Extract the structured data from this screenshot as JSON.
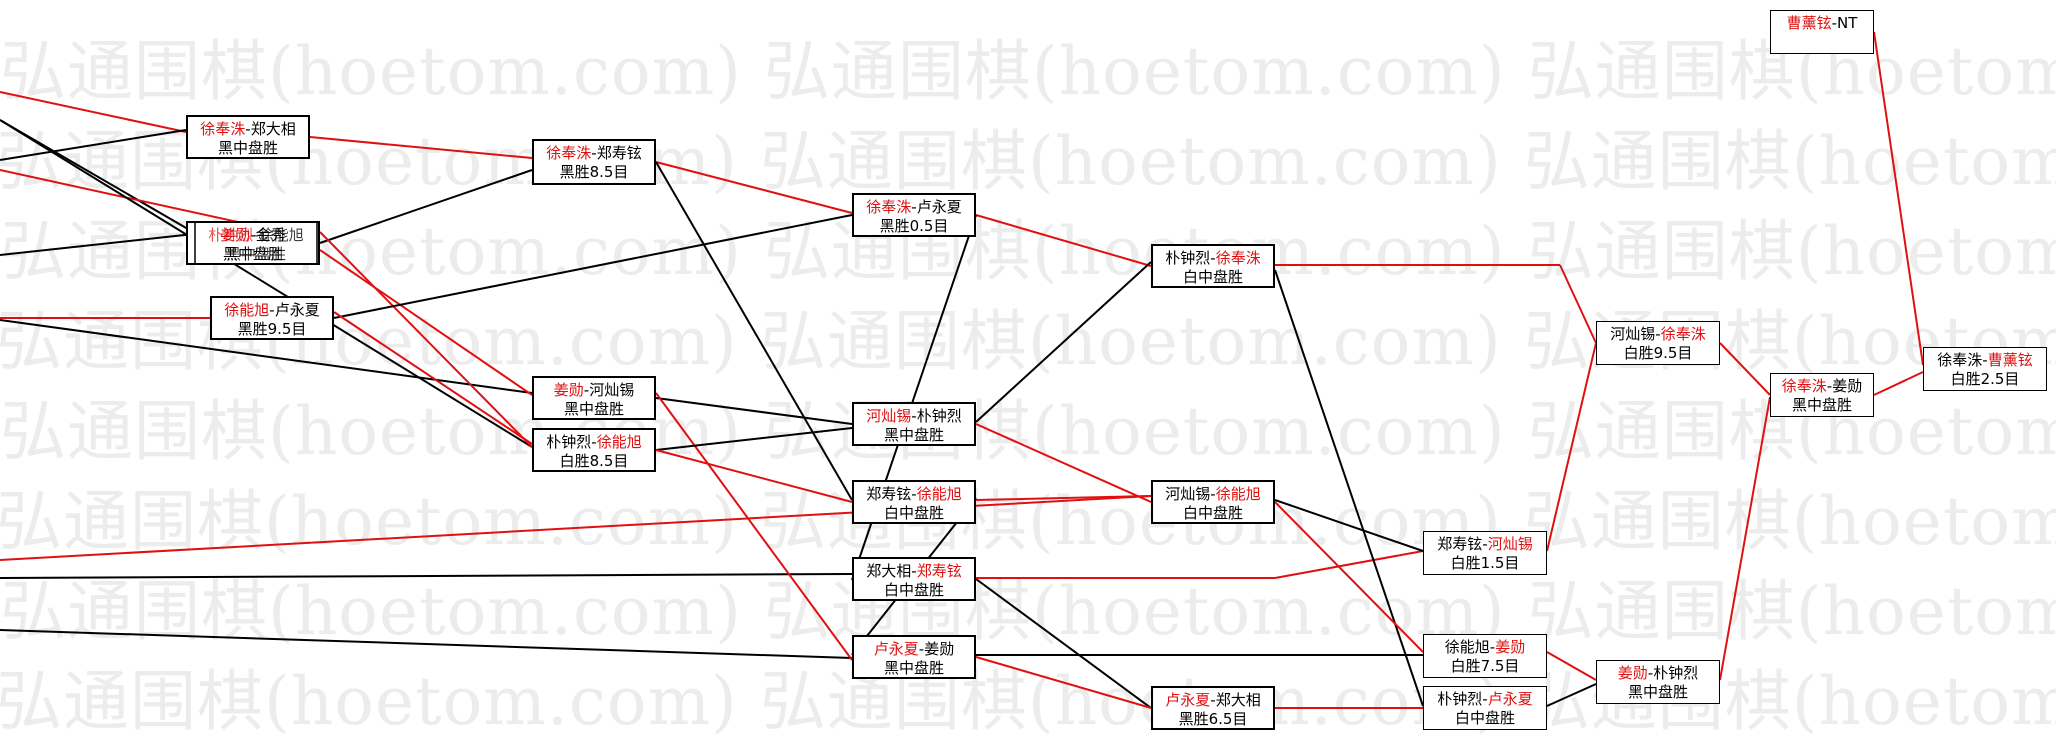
{
  "watermark": {
    "text": "弘通围棋(hoetom.com)"
  },
  "colors": {
    "winner": "#e01010",
    "loser": "#000000",
    "border": "#000000",
    "watermark": "#ececec"
  },
  "matches": {
    "r2_0": {
      "winner": "徐奉洙",
      "sep": "-",
      "loser": "郑大相",
      "result": "黑中盘胜",
      "winner_first": true
    },
    "r2_1a": {
      "winner": "姜勋",
      "sep": "-",
      "loser": "金秀",
      "result": "黑中盘胜",
      "winner_first": true
    },
    "r2_1b": {
      "winner": "朴钟烈",
      "sep": "-",
      "loser": "徐能旭",
      "result": "黑中盘胜",
      "winner_first": true
    },
    "r2_2": {
      "winner": "徐能旭",
      "sep": "-",
      "loser": "卢永夏",
      "result": "黑胜9.5目",
      "winner_first": true
    },
    "r3_0": {
      "winner": "徐奉洙",
      "sep": "-",
      "loser": "郑寿铉",
      "result": "黑胜8.5目",
      "winner_first": true
    },
    "r3_1": {
      "winner": "姜勋",
      "sep": "-",
      "loser": "河灿锡",
      "result": "黑中盘胜",
      "winner_first": true
    },
    "r3_2": {
      "winner": "徐能旭",
      "sep": "-",
      "loser": "朴钟烈",
      "result": "白胜8.5目",
      "winner_first": false
    },
    "r4_0": {
      "winner": "徐奉洙",
      "sep": "-",
      "loser": "卢永夏",
      "result": "黑胜0.5目",
      "winner_first": true
    },
    "r4_1": {
      "winner": "河灿锡",
      "sep": "-",
      "loser": "朴钟烈",
      "result": "黑中盘胜",
      "winner_first": true
    },
    "r4_2": {
      "winner": "徐能旭",
      "sep": "-",
      "loser": "郑寿铉",
      "result": "白中盘胜",
      "winner_first": false
    },
    "r4_3": {
      "winner": "郑寿铉",
      "sep": "-",
      "loser": "郑大相",
      "result": "白中盘胜",
      "winner_first": false
    },
    "r4_4": {
      "winner": "卢永夏",
      "sep": "-",
      "loser": "姜勋",
      "result": "黑中盘胜",
      "winner_first": true
    },
    "r5_0": {
      "winner": "徐奉洙",
      "sep": "-",
      "loser": "朴钟烈",
      "result": "白中盘胜",
      "winner_first": false
    },
    "r5_1": {
      "winner": "徐能旭",
      "sep": "-",
      "loser": "河灿锡",
      "result": "白中盘胜",
      "winner_first": false
    },
    "r5_2": {
      "winner": "卢永夏",
      "sep": "-",
      "loser": "郑大相",
      "result": "黑胜6.5目",
      "winner_first": true
    },
    "r6_0": {
      "winner": "河灿锡",
      "sep": "-",
      "loser": "郑寿铉",
      "result": "白胜1.5目",
      "winner_first": false
    },
    "r6_1": {
      "winner": "姜勋",
      "sep": "-",
      "loser": "徐能旭",
      "result": "白胜7.5目",
      "winner_first": false
    },
    "r6_2": {
      "winner": "卢永夏",
      "sep": "-",
      "loser": "朴钟烈",
      "result": "白中盘胜",
      "winner_first": false
    },
    "r7_0": {
      "winner": "徐奉洙",
      "sep": "-",
      "loser": "河灿锡",
      "result": "白胜9.5目",
      "winner_first": false
    },
    "r7_1": {
      "winner": "姜勋",
      "sep": "-",
      "loser": "朴钟烈",
      "result": "黑中盘胜",
      "winner_first": true
    },
    "r8_0": {
      "winner": "徐奉洙",
      "sep": "-",
      "loser": "姜勋",
      "result": "黑中盘胜",
      "winner_first": true
    },
    "r9_0": {
      "winner": "曹薰铉",
      "sep": "-",
      "loser": "NT",
      "result": "",
      "winner_first": true
    },
    "final": {
      "winner": "曹薰铉",
      "sep": "-",
      "loser": "徐奉洙",
      "result": "白胜2.5目",
      "winner_first": false
    }
  }
}
